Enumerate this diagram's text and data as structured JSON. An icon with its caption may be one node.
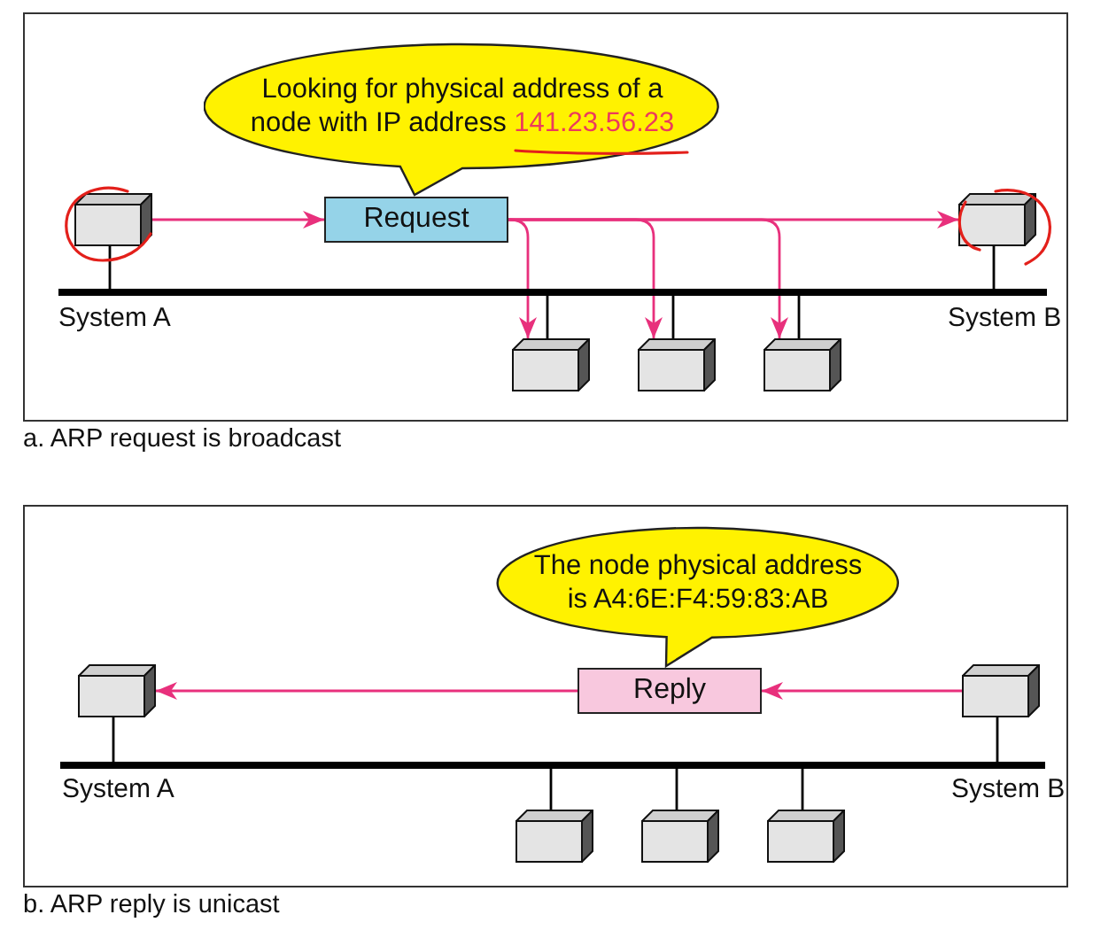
{
  "diagram": {
    "nodes": [
      {
        "text": [
          "a. ARP request is broadcast"
        ]
      },
      {
        "text": [
          "Looking for physical address of a node with IP address",
          "141.23.56.23"
        ],
        "in": 0
      },
      {
        "text": [],
        "shape": "box",
        "in": 0
      },
      {
        "text": [
          "Request"
        ],
        "in": 0
      },
      {
        "text": [],
        "shape": "box",
        "in": 0
      },
      {
        "text": [],
        "shape": "bar",
        "in": 0
      },
      {
        "text": [],
        "shape": "box",
        "in": 0
      },
      {
        "text": [],
        "shape": "box",
        "in": 0
      },
      {
        "text": [],
        "shape": "box",
        "in": 0
      },
      {
        "text": [
          "b. ARP reply is unicast"
        ]
      },
      {
        "text": [
          "The node physical address is A4:6E:F4:59:83:AB"
        ],
        "in": 9
      },
      {
        "text": [],
        "shape": "box",
        "in": 9
      },
      {
        "text": [
          "Reply"
        ],
        "in": 9
      },
      {
        "text": [],
        "shape": "box",
        "in": 9
      },
      {
        "text": [],
        "shape": "bar",
        "in": 9
      },
      {
        "text": [],
        "shape": "box",
        "in": 9
      },
      {
        "text": [],
        "shape": "box",
        "in": 9
      },
      {
        "text": [],
        "shape": "box",
        "in": 9
      }
    ],
    "edges": [
      {
        "from": 2,
        "to": 3,
        "arrow": "to",
        "color": "#e8307c"
      },
      {
        "from": 3,
        "to": 4,
        "arrow": "to",
        "color": "#e8307c"
      },
      {
        "from": 3,
        "to": 6,
        "arrow": "to",
        "color": "#e8307c"
      },
      {
        "from": 3,
        "to": 7,
        "arrow": "to",
        "color": "#e8307c"
      },
      {
        "from": 3,
        "to": 8,
        "arrow": "to",
        "color": "#e8307c"
      },
      {
        "from": 2,
        "to": 5,
        "arrow": "none"
      },
      {
        "from": 4,
        "to": 5,
        "arrow": "none"
      },
      {
        "from": 6,
        "to": 5,
        "arrow": "none"
      },
      {
        "from": 7,
        "to": 5,
        "arrow": "none"
      },
      {
        "from": 8,
        "to": 5,
        "arrow": "none"
      },
      {
        "from": 13,
        "to": 12,
        "arrow": "to",
        "color": "#e8307c"
      },
      {
        "from": 12,
        "to": 11,
        "arrow": "to",
        "color": "#e8307c"
      },
      {
        "from": 11,
        "to": 14,
        "arrow": "none"
      },
      {
        "from": 13,
        "to": 14,
        "arrow": "none"
      },
      {
        "from": 15,
        "to": 14,
        "arrow": "none"
      },
      {
        "from": 16,
        "to": 14,
        "arrow": "none"
      },
      {
        "from": 17,
        "to": 14,
        "arrow": "none"
      }
    ],
    "labels": [
      "System A",
      "System B",
      "System A",
      "System B"
    ]
  }
}
